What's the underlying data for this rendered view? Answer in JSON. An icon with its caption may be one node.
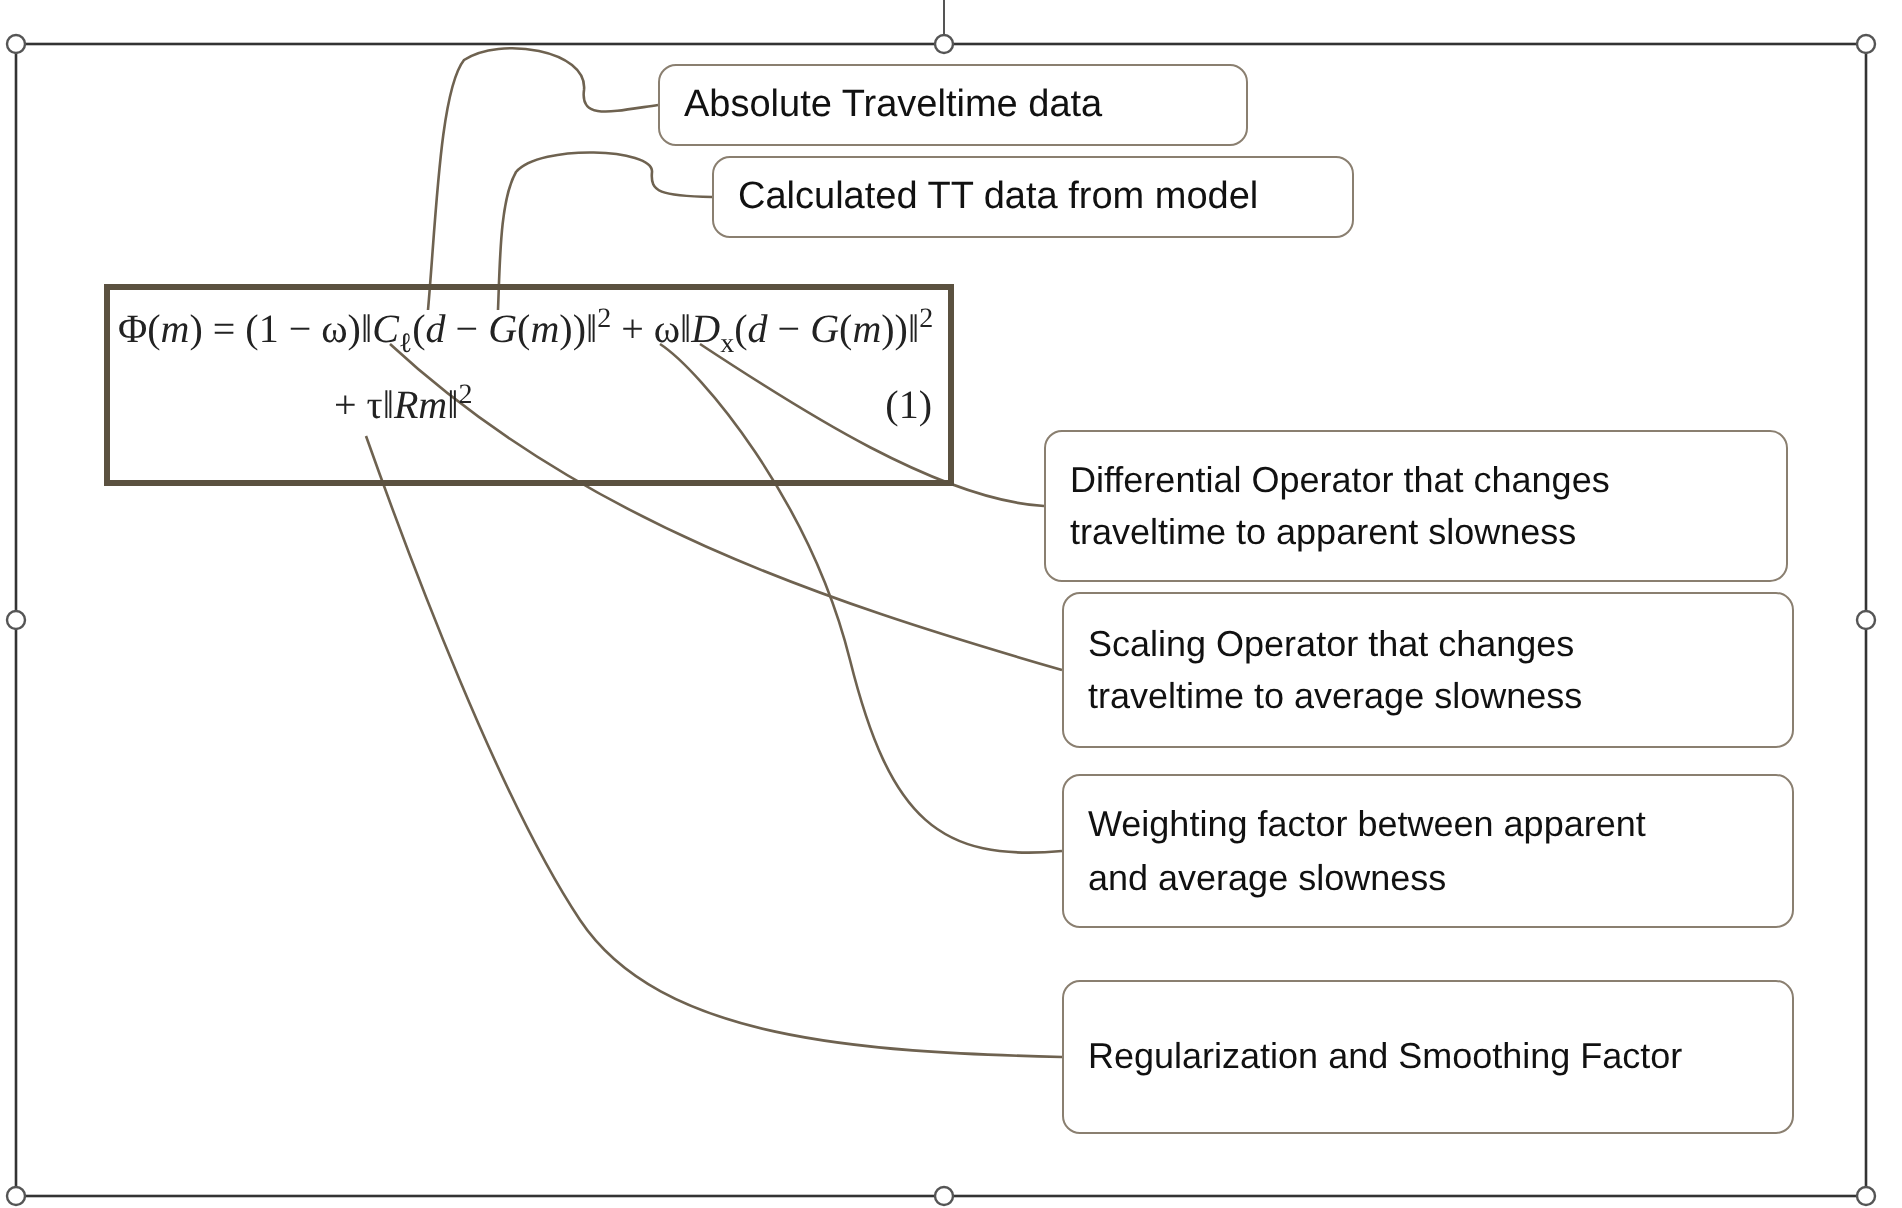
{
  "diagram": {
    "nodes": [
      {
        "text": [
          "Φ(*m*) = (1 − ω)‖*C*$_{ℓ}$(*d* − *G*(*m*))‖$^{2}$ + ω‖*D*$_{x}$(*d* − *G*(*m*))‖$^{2}$",
          "+ τ‖*Rm*‖$^{2}$",
          "(1)"
        ]
      },
      {
        "text": [
          "Absolute Traveltime data"
        ]
      },
      {
        "text": [
          "Calculated TT data from model"
        ]
      },
      {
        "text": [
          "Differential Operator that changes traveltime to apparent slowness"
        ]
      },
      {
        "text": [
          "Scaling Operator that changes traveltime to average slowness"
        ]
      },
      {
        "text": [
          "Weighting factor between apparent and average slowness"
        ]
      },
      {
        "text": [
          "Regularization and Smoothing Factor"
        ]
      }
    ],
    "edges": [
      {
        "from": 1,
        "to": 0,
        "arrow": "none"
      },
      {
        "from": 2,
        "to": 0,
        "arrow": "none"
      },
      {
        "from": 3,
        "to": 0,
        "arrow": "none"
      },
      {
        "from": 4,
        "to": 0,
        "arrow": "none"
      },
      {
        "from": 5,
        "to": 0,
        "arrow": "none"
      },
      {
        "from": 6,
        "to": 0,
        "arrow": "none"
      }
    ]
  }
}
